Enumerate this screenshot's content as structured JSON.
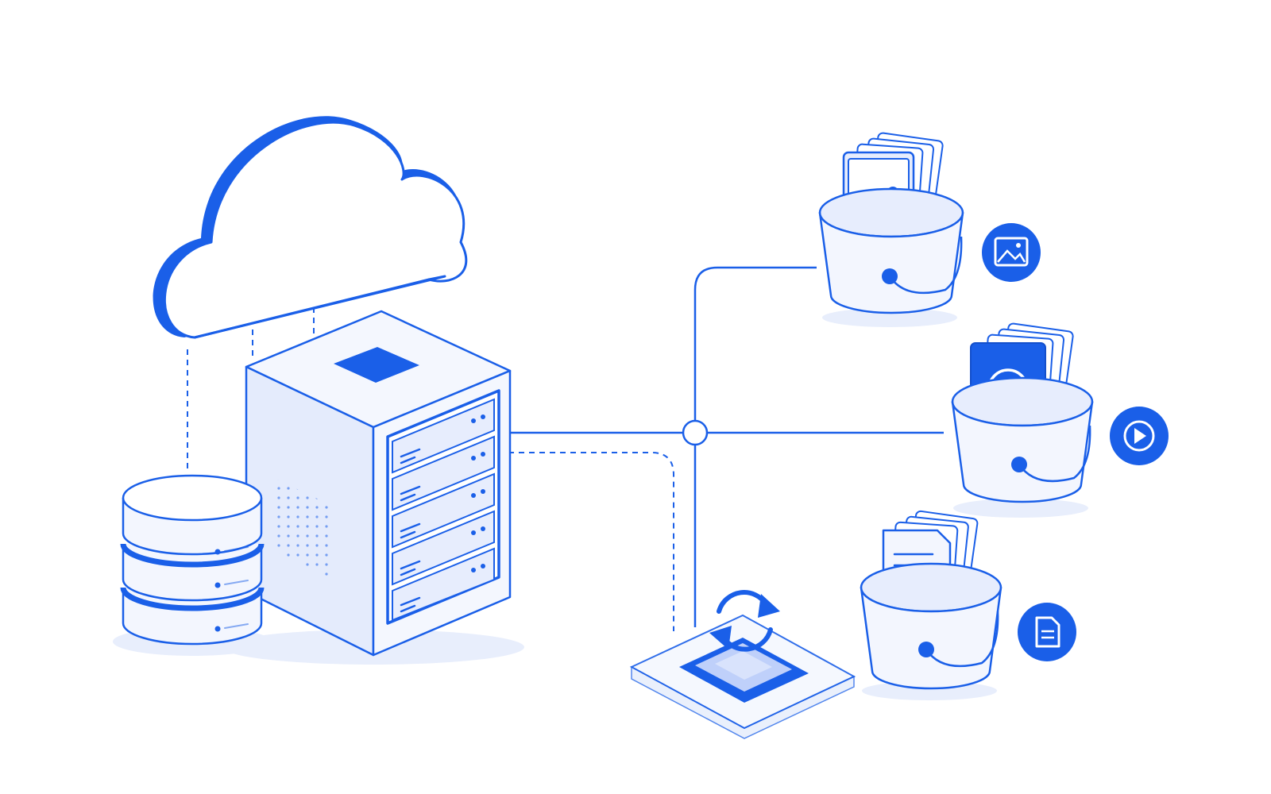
{
  "colors": {
    "primary": "#1A5FE8",
    "primary_dark": "#1450CC",
    "light_fill": "#F3F6FE",
    "mid_fill": "#E4EBFC",
    "shadow": "#E8EEFC",
    "background": "#FFFFFF"
  },
  "nodes": [
    {
      "id": "cloud",
      "icon": "cloud-icon"
    },
    {
      "id": "server",
      "icon": "server-rack-icon"
    },
    {
      "id": "database",
      "icon": "database-icon"
    },
    {
      "id": "sync",
      "icon": "sync-icon"
    },
    {
      "id": "image-bucket",
      "icon": "image-icon"
    },
    {
      "id": "video-bucket",
      "icon": "play-icon"
    },
    {
      "id": "document-bucket",
      "icon": "document-icon"
    }
  ],
  "connections": [
    {
      "from": "database",
      "to": "cloud",
      "style": "dashed"
    },
    {
      "from": "server",
      "to": "cloud",
      "style": "dashed"
    },
    {
      "from": "server",
      "to": "junction",
      "style": "solid"
    },
    {
      "from": "junction",
      "to": "image-bucket",
      "style": "solid"
    },
    {
      "from": "junction",
      "to": "video-bucket",
      "style": "solid"
    },
    {
      "from": "junction",
      "to": "sync",
      "style": "solid"
    },
    {
      "from": "server",
      "to": "sync",
      "style": "dashed"
    }
  ]
}
